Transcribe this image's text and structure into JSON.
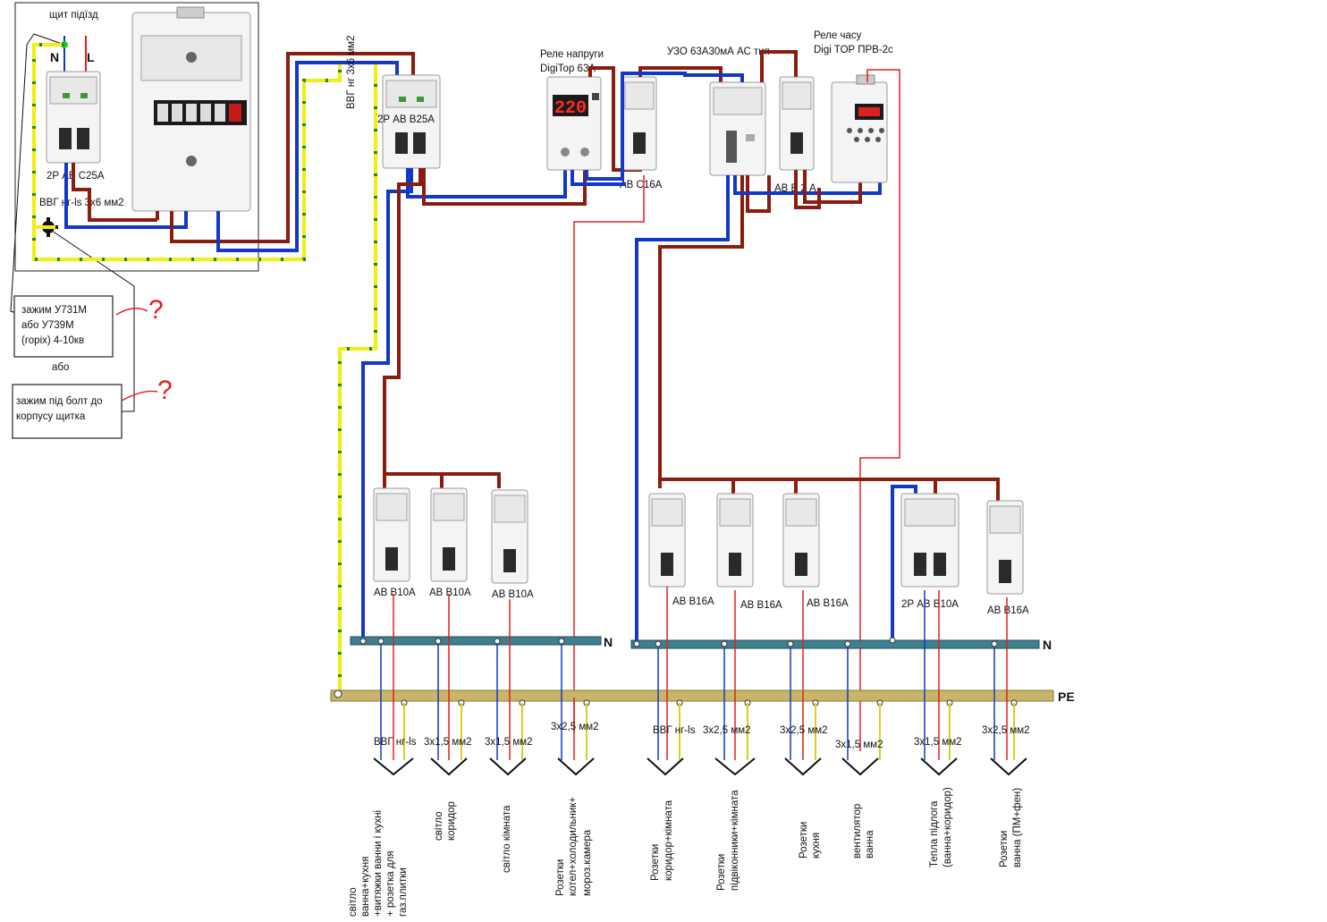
{
  "panel": {
    "title": "щит підїзд",
    "n_label": "N",
    "l_label": "L",
    "main_breaker": "2Р АВ С25А",
    "cable_in": "ВВГ нг-ls 3х6 мм2"
  },
  "clamps": {
    "option1": [
      "зажим У731М",
      "або У739М",
      "(горіх) 4-10кв"
    ],
    "or": "або",
    "option2": [
      "зажим під болт до",
      "корпусу щитка"
    ],
    "question": "?"
  },
  "riser_cable": "ВВГ нг  3х6 мм2",
  "devices": {
    "breaker_main": "2Р АВ В25А",
    "voltage_relay_title": [
      "Реле напруги",
      "DigiTop 63А"
    ],
    "voltage_relay_display": "220",
    "breaker_c16": "АВ С16А",
    "rcd": "УЗО 63А30мА АС тип",
    "breaker_b2": "АВ В 2 А",
    "time_relay_title": [
      "Реле часу",
      "Digi TOP ПРВ-2с"
    ]
  },
  "buses": {
    "n": "N",
    "pe": "PE"
  },
  "groups_left": [
    {
      "breaker": "АВ В10А",
      "cable": "ВВГ нг-ls",
      "dest": [
        "світло",
        "ванна+кухня",
        "+витяжки ванни і кухні",
        "+ розетка для",
        "газ.плитки"
      ]
    },
    {
      "breaker": "АВ В10А",
      "cable": "3х1,5 мм2",
      "dest": [
        "світло",
        "коридор"
      ]
    },
    {
      "breaker": "АВ В10А",
      "cable": "3х1,5 мм2",
      "dest": [
        "світло  кімната"
      ]
    },
    {
      "breaker": "",
      "cable": "3х2,5 мм2",
      "dest": [
        "Розетки",
        "котел+холодильник+",
        "мороз.камера"
      ]
    }
  ],
  "groups_right": [
    {
      "breaker": "АВ В16А",
      "cable": "ВВГ нг-ls",
      "dest": [
        "Розетки",
        "коридор+кімната"
      ]
    },
    {
      "breaker": "АВ В16А",
      "cable": "3х2,5 мм2",
      "dest": [
        "Розетки",
        "підвіконники+кімната"
      ]
    },
    {
      "breaker": "АВ В16А",
      "cable": "3х2,5 мм2",
      "dest": [
        "Розетки",
        "кухня"
      ]
    },
    {
      "breaker": "",
      "cable": "3х1,5 мм2",
      "dest": [
        "вентилятор",
        "ванна"
      ]
    },
    {
      "breaker": "2Р АВ В10А",
      "cable": "3х1,5 мм2",
      "dest": [
        "Тепла підлога",
        "(ванна+коридор)"
      ]
    },
    {
      "breaker": "АВ В16А",
      "cable": "3х2,5 мм2",
      "dest": [
        "Розетки",
        "ванна (ПМ+фен)"
      ]
    }
  ],
  "colors": {
    "phase": "#8b1d10",
    "neutral": "#1238c8",
    "pe": "#f2ee10",
    "control": "#e02020"
  }
}
